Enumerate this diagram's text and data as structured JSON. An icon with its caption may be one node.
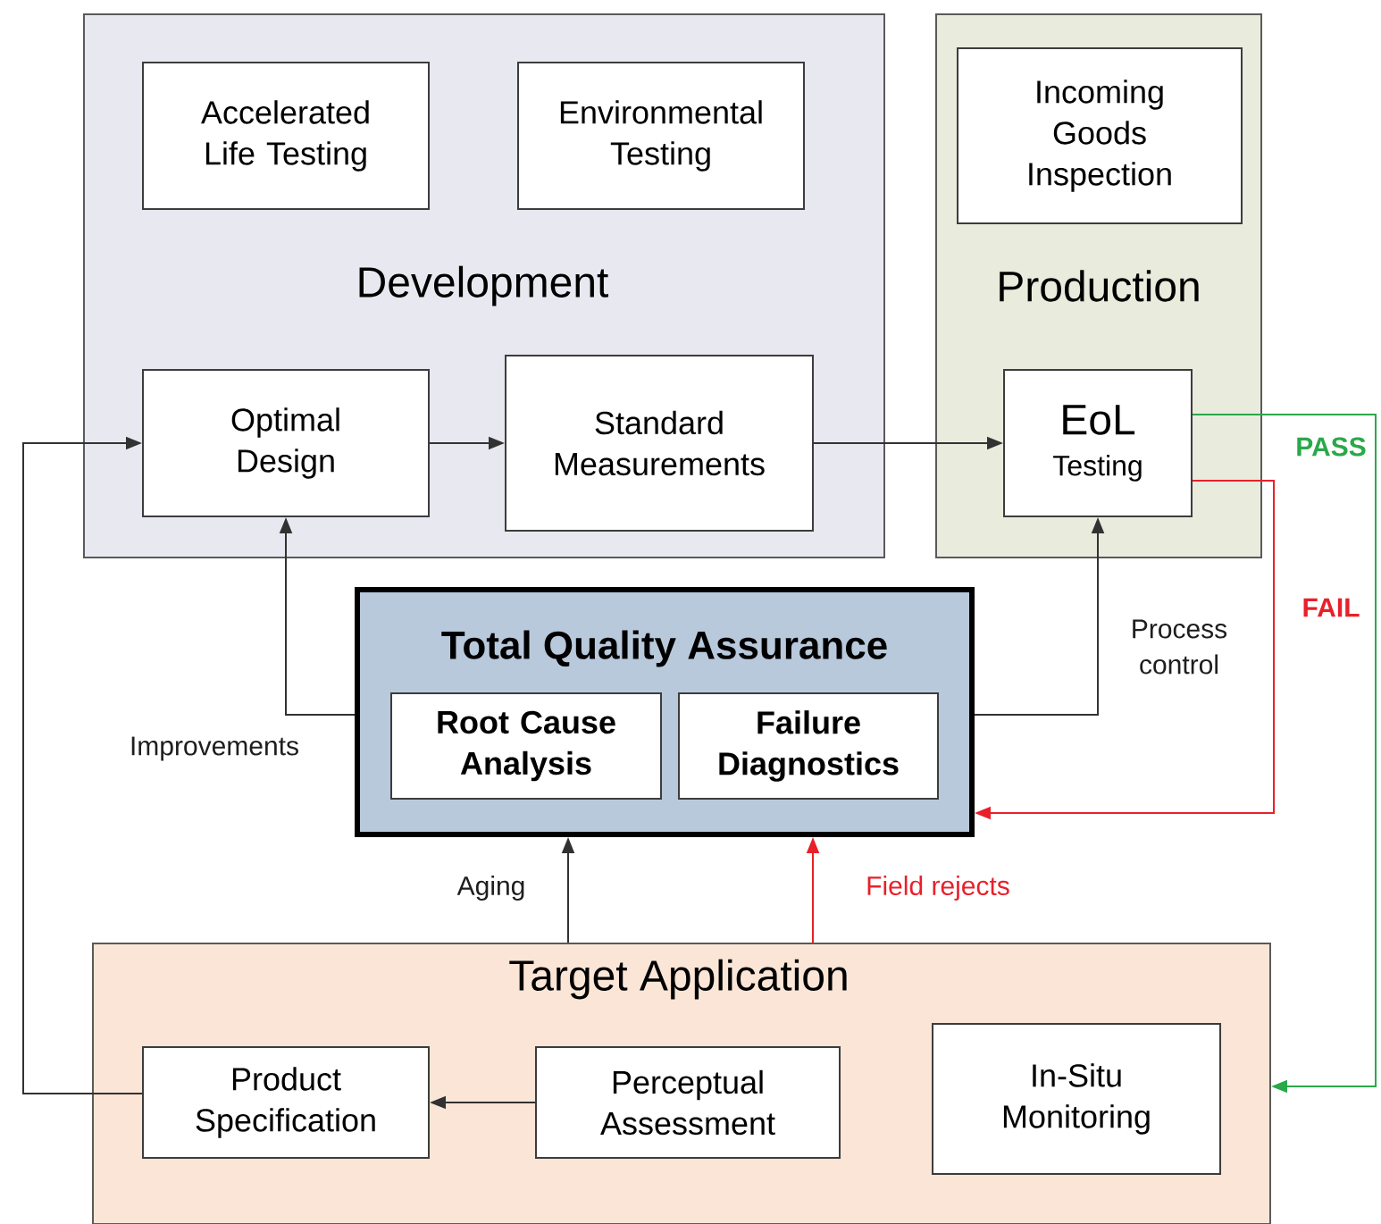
{
  "diagram": {
    "nodes": [
      {
        "text": [
          "Development"
        ]
      },
      {
        "text": [
          "Accelerated Life Testing"
        ],
        "in": 0
      },
      {
        "text": [
          "Environmental Testing"
        ],
        "in": 0
      },
      {
        "text": [
          "Optimal Design"
        ],
        "in": 0
      },
      {
        "text": [
          "Standard Measurements"
        ],
        "in": 0
      },
      {
        "text": [
          "Production"
        ]
      },
      {
        "text": [
          "Incoming Goods Inspection"
        ],
        "in": 5
      },
      {
        "text": [
          "EoL",
          "Testing"
        ],
        "in": 5
      },
      {
        "text": [
          "Total Quality Assurance"
        ]
      },
      {
        "text": [
          "Root Cause Analysis"
        ],
        "in": 8
      },
      {
        "text": [
          "Failure Diagnostics"
        ],
        "in": 8
      },
      {
        "text": [
          "Target Application"
        ]
      },
      {
        "text": [
          "Product Specification"
        ],
        "in": 11
      },
      {
        "text": [
          "Perceptual Assessment"
        ],
        "in": 11
      },
      {
        "text": [
          "In-Situ Monitoring"
        ],
        "in": 11
      }
    ],
    "edges": [
      {
        "from": 3,
        "to": 4,
        "arrow": "to"
      },
      {
        "from": 4,
        "to": 7,
        "arrow": "to"
      },
      {
        "from": 8,
        "to": 3,
        "arrow": "to",
        "label": "Improvements"
      },
      {
        "from": 8,
        "to": 7,
        "arrow": "to",
        "label": "Process control"
      },
      {
        "from": 7,
        "to": 8,
        "arrow": "to",
        "label": "FAIL",
        "color": "#e8202a"
      },
      {
        "from": 11,
        "to": 8,
        "arrow": "to",
        "label": "Aging"
      },
      {
        "from": 11,
        "to": 8,
        "arrow": "to",
        "label": "Field rejects",
        "color": "#e8202a"
      },
      {
        "from": 13,
        "to": 12,
        "arrow": "to"
      },
      {
        "from": 12,
        "to": 3,
        "arrow": "to"
      },
      {
        "from": 7,
        "to": 11,
        "arrow": "to",
        "label": "PASS",
        "color": "#2aa84a"
      }
    ]
  }
}
